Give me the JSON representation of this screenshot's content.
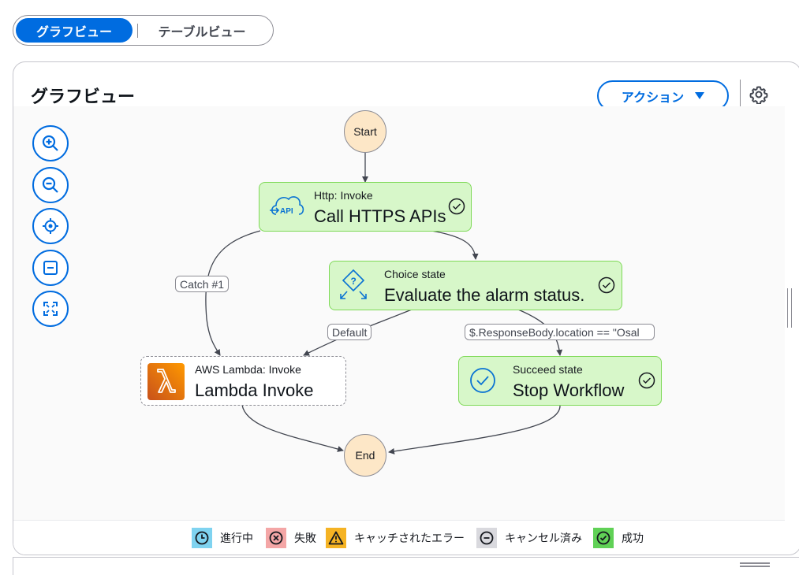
{
  "view_toggle": {
    "graph_label": "グラフビュー",
    "table_label": "テーブルビュー"
  },
  "panel": {
    "title": "グラフビュー",
    "action_label": "アクション"
  },
  "nodes": {
    "start": "Start",
    "end": "End",
    "http": {
      "type": "Http: Invoke",
      "name": "Call HTTPS APIs",
      "icon_text": "API"
    },
    "choice": {
      "type": "Choice state",
      "name": "Evaluate the alarm status."
    },
    "lambda": {
      "type": "AWS Lambda: Invoke",
      "name": "Lambda Invoke"
    },
    "succeed": {
      "type": "Succeed state",
      "name": "Stop Workflow"
    }
  },
  "edge_labels": {
    "catch": "Catch #1",
    "default": "Default",
    "condition": "$.ResponseBody.location == \"Osal"
  },
  "legend": [
    {
      "label": "進行中",
      "color": "#7fd3f0",
      "icon": "clock-icon"
    },
    {
      "label": "失敗",
      "color": "#f4a6a6",
      "icon": "x-circle-icon"
    },
    {
      "label": "キャッチされたエラー",
      "color": "#f5b324",
      "icon": "warning-icon"
    },
    {
      "label": "キャンセル済み",
      "color": "#d9d9de",
      "icon": "minus-circle-icon"
    },
    {
      "label": "成功",
      "color": "#60d156",
      "icon": "check-circle-icon"
    }
  ],
  "colors": {
    "accent": "#006ce0",
    "success_fill": "#d7f7c9",
    "success_border": "#7ed957",
    "terminal_fill": "#fde7c7",
    "lambda_orange": "#ed7100"
  }
}
